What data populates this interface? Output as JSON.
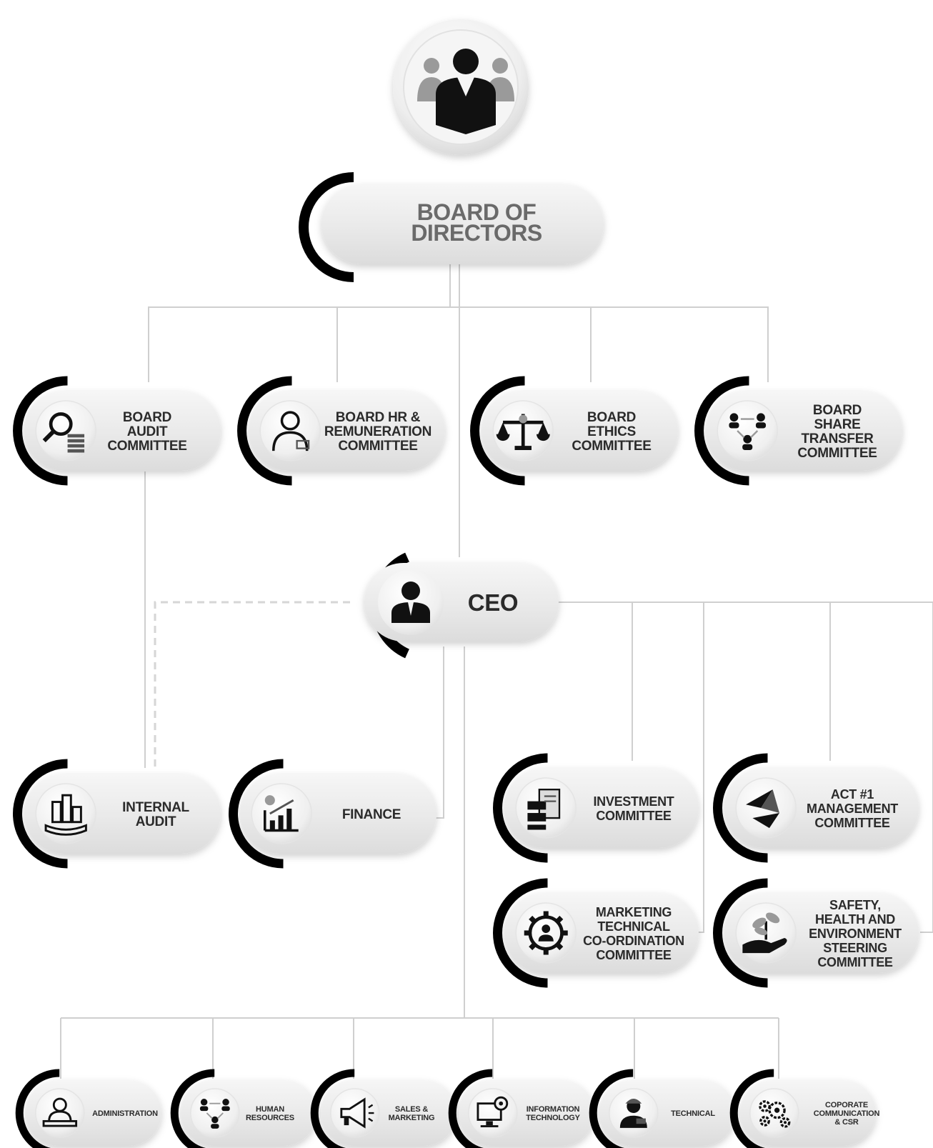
{
  "top": {
    "name": "Board of Directors",
    "line1": "BOARD OF",
    "line2": "DIRECTORS",
    "icon": "group-people-icon"
  },
  "board_committees": [
    {
      "lines": [
        "BOARD",
        "AUDIT",
        "COMMITTEE"
      ],
      "icon": "audit-magnifier-icon"
    },
    {
      "lines": [
        "BOARD HR &",
        "REMUNERATION",
        "COMMITTEE"
      ],
      "icon": "doctor-person-icon"
    },
    {
      "lines": [
        "BOARD",
        "ETHICS",
        "COMMITTEE"
      ],
      "icon": "scales-icon"
    },
    {
      "lines": [
        "BOARD",
        "SHARE",
        "TRANSFER",
        "COMMITTEE"
      ],
      "icon": "people-network-icon"
    }
  ],
  "ceo": {
    "label": "CEO",
    "icon": "businessman-icon"
  },
  "ceo_reports": [
    {
      "lines": [
        "INTERNAL",
        "AUDIT"
      ],
      "icon": "buildings-hand-icon"
    },
    {
      "lines": [
        "FINANCE"
      ],
      "icon": "growth-chart-icon"
    }
  ],
  "ceo_committees": [
    {
      "lines": [
        "INVESTMENT",
        "COMMITTEE"
      ],
      "icon": "documents-icon"
    },
    {
      "lines": [
        "ACT #1",
        "MANAGEMENT",
        "COMMITTEE"
      ],
      "icon": "logo-arrows-icon"
    },
    {
      "lines": [
        "MARKETING",
        "TECHNICAL",
        "CO-ORDINATION",
        "COMMITTEE"
      ],
      "icon": "gear-person-icon"
    },
    {
      "lines": [
        "SAFETY,",
        "HEALTH AND",
        "ENVIRONMENT",
        "STEERING",
        "COMMITTEE"
      ],
      "icon": "hand-plant-icon"
    }
  ],
  "departments": [
    {
      "lines": [
        "ADMINISTRATION"
      ],
      "icon": "admin-person-icon"
    },
    {
      "lines": [
        "HUMAN",
        "RESOURCES"
      ],
      "icon": "people-network-icon"
    },
    {
      "lines": [
        "SALES &",
        "MARKETING"
      ],
      "icon": "megaphone-icon"
    },
    {
      "lines": [
        "INFORMATION",
        "TECHNOLOGY"
      ],
      "icon": "computer-gear-icon"
    },
    {
      "lines": [
        "TECHNICAL"
      ],
      "icon": "technician-icon"
    },
    {
      "lines": [
        "COPORATE",
        "COMMUNICATION",
        "& CSR"
      ],
      "icon": "gears-icon"
    }
  ]
}
